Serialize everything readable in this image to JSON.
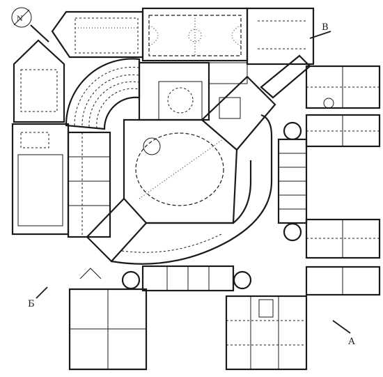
{
  "section_labels": {
    "A": "А",
    "B": "Б",
    "V": "В"
  },
  "north_marker": "N",
  "colors": {
    "ink": "#1a1a1a",
    "paper": "#ffffff"
  }
}
